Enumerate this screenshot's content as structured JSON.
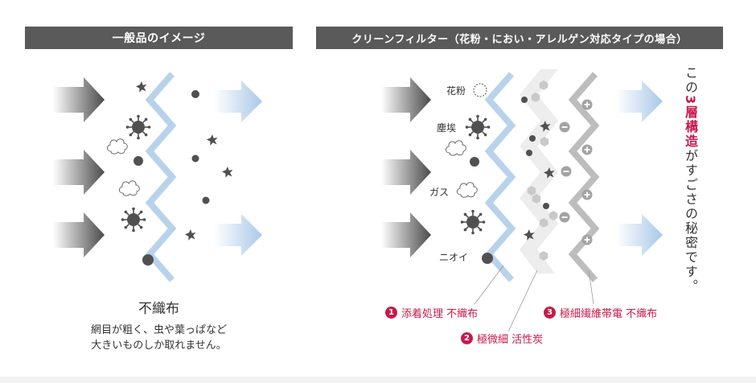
{
  "left_panel": {
    "header": "一般品のイメージ",
    "title": "不織布",
    "description_lines": [
      "網目が粗く、虫や葉っぱなど",
      "大きいものしか取れません。"
    ]
  },
  "right_panel": {
    "header": "クリーンフィルター（花粉・におい・アレルゲン対応タイプの場合）",
    "particle_labels": {
      "pollen": "花粉",
      "dust": "塵埃",
      "gas": "ガス",
      "odor": "ニオイ"
    },
    "layers": [
      {
        "number": "1",
        "label": "添着処理 不織布"
      },
      {
        "number": "2",
        "label": "極微細 活性炭"
      },
      {
        "number": "3",
        "label": "極細繊維帯電 不織布"
      }
    ],
    "vertical_caption": {
      "before": "この",
      "accent": "3",
      "accent2": "層構造",
      "after": "がすごさの秘密です。"
    }
  },
  "colors": {
    "header_bg": "#5a5a5a",
    "accent": "#c8194a",
    "filter_blue": "#b8d2ec",
    "filter_gray": "#bdbdbd",
    "carbon_layer": "#ededed",
    "particle": "#505050"
  }
}
